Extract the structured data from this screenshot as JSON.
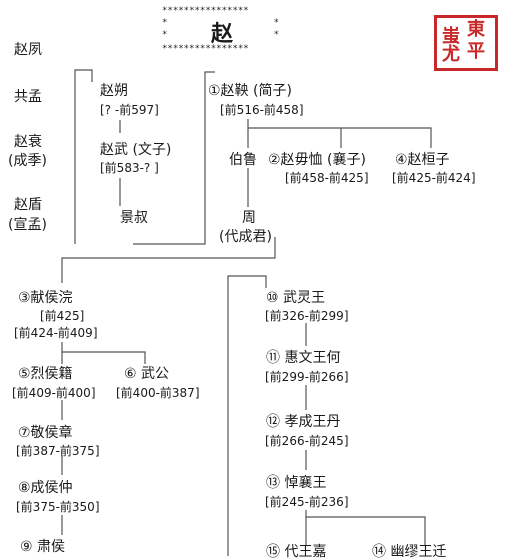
{
  "title": {
    "stars_top": "****************",
    "stars_bottom": "****************",
    "star_side": "*",
    "text": "赵"
  },
  "seal": {
    "chars": [
      "東",
      "蚩",
      "平",
      "尤"
    ],
    "color": "#c8282a"
  },
  "line_color": "#555555",
  "early_line": [
    "赵夙",
    "共孟",
    "赵衰",
    "(成季)",
    "赵盾",
    "(宣孟)"
  ],
  "shuo_branch": {
    "zhao_shuo": "赵朔",
    "zhao_shuo_years": "[? -前597]",
    "zhao_wu": "赵武 (文子)",
    "zhao_wu_years": "[前583-? ]",
    "jingshu": "景叔"
  },
  "jianzi": {
    "name": "①赵鞅 (简子)",
    "years": "[前516-前458]"
  },
  "bolu": "伯鲁",
  "xiangzi": {
    "name": "②赵毋恤 (襄子)",
    "years": "[前458-前425]"
  },
  "huanzi": {
    "name": "④赵桓子",
    "years": "[前425-前424]"
  },
  "zhou": {
    "name": "周",
    "title": "(代成君)"
  },
  "xianhou": {
    "name": "③献侯浣",
    "years1": "[前425]",
    "years2": "[前424-前409]"
  },
  "liehou": {
    "name": "⑤烈侯籍",
    "years": "[前409-前400]"
  },
  "wugong": {
    "name": "⑥ 武公",
    "years": "[前400-前387]"
  },
  "jinghou": {
    "name": "⑦敬侯章",
    "years": "[前387-前375]"
  },
  "chenghou": {
    "name": "⑧成侯仲",
    "years": "[前375-前350]"
  },
  "suhou": {
    "name": "⑨ 肃侯"
  },
  "wulingwang": {
    "name": "⑩ 武灵王",
    "years": "[前326-前299]"
  },
  "huiwenwang": {
    "name": "⑪ 惠文王何",
    "years": "[前299-前266]"
  },
  "xiaochengwang": {
    "name": "⑫ 孝成王丹",
    "years": "[前266-前245]"
  },
  "daoxiangwang": {
    "name": "⑬ 悼襄王",
    "years": "[前245-前236]"
  },
  "bottom": {
    "left": "⑮ 代王嘉",
    "right": "⑭ 幽缪王迁"
  }
}
